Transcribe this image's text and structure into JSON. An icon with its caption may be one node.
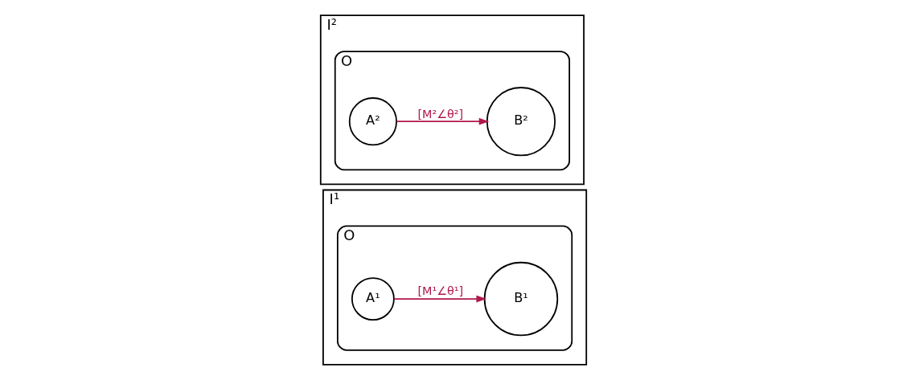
{
  "diagram": {
    "nodes": [
      {
        "text": [
          "I¹"
        ]
      },
      {
        "text": [
          "O"
        ],
        "in": 0
      },
      {
        "text": [
          "A¹"
        ],
        "in": 1
      },
      {
        "text": [
          "B¹"
        ],
        "in": 1
      },
      {
        "text": [
          "I²"
        ]
      },
      {
        "text": [
          "O"
        ],
        "in": 4
      },
      {
        "text": [
          "A²"
        ],
        "in": 5
      },
      {
        "text": [
          "B²"
        ],
        "in": 5
      }
    ],
    "edges": [
      {
        "from": 2,
        "to": 3,
        "arrow": "to",
        "label": "[M¹∠θ¹]",
        "color": "#b0184a"
      },
      {
        "from": 6,
        "to": 7,
        "arrow": "to",
        "label": "[M²∠θ²]",
        "color": "#b0184a"
      }
    ]
  }
}
